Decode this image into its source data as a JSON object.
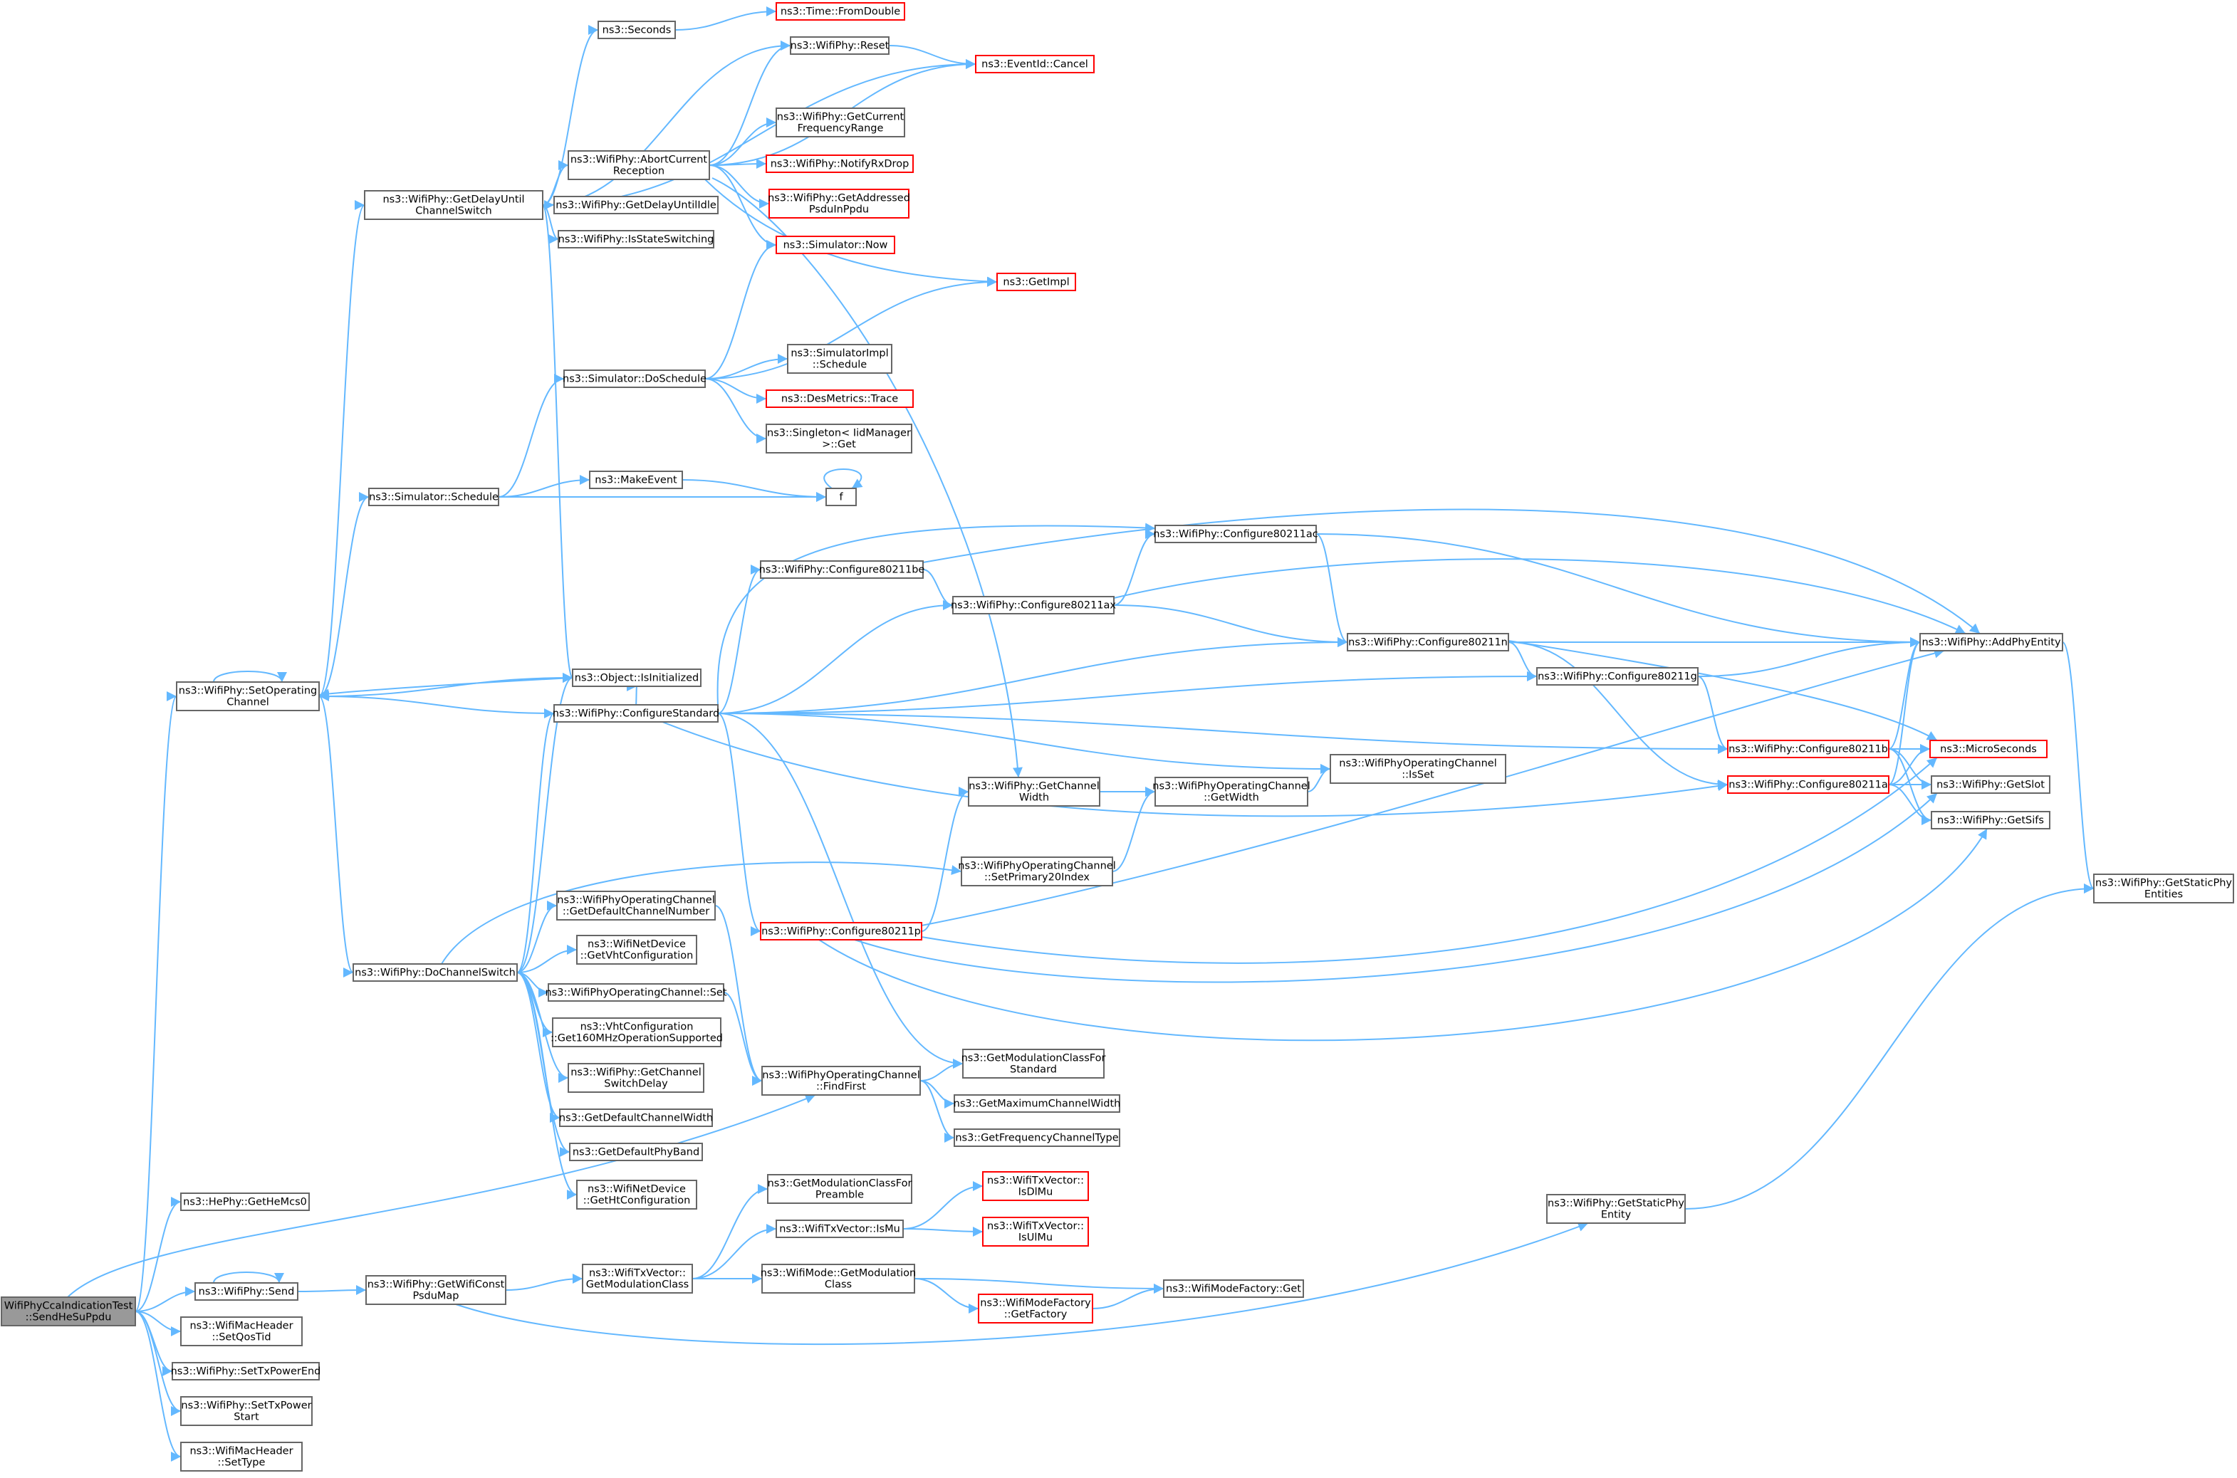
{
  "colors": {
    "edge": "#63b8ff",
    "node_border": "#666666",
    "red_border": "#ff0000",
    "root_fill": "#999999"
  },
  "nodes": [
    {
      "id": "root",
      "lines": [
        "WifiPhyCcaIndicationTest",
        "::SendHeSuPpdu"
      ],
      "kind": "root"
    },
    {
      "id": "setop",
      "lines": [
        "ns3::WifiPhy::SetOperating",
        "Channel"
      ]
    },
    {
      "id": "hemcs0",
      "lines": [
        "ns3::HePhy::GetHeMcs0"
      ]
    },
    {
      "id": "send",
      "lines": [
        "ns3::WifiPhy::Send"
      ]
    },
    {
      "id": "setqos",
      "lines": [
        "ns3::WifiMacHeader",
        "::SetQosTid"
      ]
    },
    {
      "id": "txend",
      "lines": [
        "ns3::WifiPhy::SetTxPowerEnd"
      ]
    },
    {
      "id": "txstart",
      "lines": [
        "ns3::WifiPhy::SetTxPower",
        "Start"
      ]
    },
    {
      "id": "settype",
      "lines": [
        "ns3::WifiMacHeader",
        "::SetType"
      ]
    },
    {
      "id": "delayswitch",
      "lines": [
        "ns3::WifiPhy::GetDelayUntil",
        "ChannelSwitch"
      ]
    },
    {
      "id": "schedule",
      "lines": [
        "ns3::Simulator::Schedule"
      ]
    },
    {
      "id": "dochswitch",
      "lines": [
        "ns3::WifiPhy::DoChannelSwitch"
      ]
    },
    {
      "id": "getpsdumap",
      "lines": [
        "ns3::WifiPhy::GetWifiConst",
        "PsduMap"
      ]
    },
    {
      "id": "seconds",
      "lines": [
        "ns3::Seconds"
      ]
    },
    {
      "id": "abort",
      "lines": [
        "ns3::WifiPhy::AbortCurrent",
        "Reception"
      ]
    },
    {
      "id": "delayidle",
      "lines": [
        "ns3::WifiPhy::GetDelayUntilIdle"
      ]
    },
    {
      "id": "isswitch",
      "lines": [
        "ns3::WifiPhy::IsStateSwitching"
      ]
    },
    {
      "id": "doschedule",
      "lines": [
        "ns3::Simulator::DoSchedule"
      ]
    },
    {
      "id": "makeevent",
      "lines": [
        "ns3::MakeEvent"
      ]
    },
    {
      "id": "isinit",
      "lines": [
        "ns3::Object::IsInitialized"
      ]
    },
    {
      "id": "cfgstd",
      "lines": [
        "ns3::WifiPhy::ConfigureStandard"
      ]
    },
    {
      "id": "defchnum",
      "lines": [
        "ns3::WifiPhyOperatingChannel",
        "::GetDefaultChannelNumber"
      ]
    },
    {
      "id": "vhtcfg",
      "lines": [
        "ns3::WifiNetDevice",
        "::GetVhtConfiguration"
      ]
    },
    {
      "id": "opset",
      "lines": [
        "ns3::WifiPhyOperatingChannel::Set"
      ]
    },
    {
      "id": "get160",
      "lines": [
        "ns3::VhtConfiguration",
        "::Get160MHzOperationSupported"
      ]
    },
    {
      "id": "swdelay",
      "lines": [
        "ns3::WifiPhy::GetChannel",
        "SwitchDelay"
      ]
    },
    {
      "id": "defchw",
      "lines": [
        "ns3::GetDefaultChannelWidth"
      ]
    },
    {
      "id": "defband",
      "lines": [
        "ns3::GetDefaultPhyBand"
      ]
    },
    {
      "id": "htcfg",
      "lines": [
        "ns3::WifiNetDevice",
        "::GetHtConfiguration"
      ]
    },
    {
      "id": "txgetmod",
      "lines": [
        "ns3::WifiTxVector::",
        "GetModulationClass"
      ]
    },
    {
      "id": "fromdouble",
      "lines": [
        "ns3::Time::FromDouble"
      ],
      "kind": "red"
    },
    {
      "id": "reset",
      "lines": [
        "ns3::WifiPhy::Reset"
      ]
    },
    {
      "id": "cancel",
      "lines": [
        "ns3::EventId::Cancel"
      ],
      "kind": "red"
    },
    {
      "id": "freqrange",
      "lines": [
        "ns3::WifiPhy::GetCurrent",
        "FrequencyRange"
      ]
    },
    {
      "id": "notifyrx",
      "lines": [
        "ns3::WifiPhy::NotifyRxDrop"
      ],
      "kind": "red"
    },
    {
      "id": "addressed",
      "lines": [
        "ns3::WifiPhy::GetAddressed",
        "PsduInPpdu"
      ],
      "kind": "red"
    },
    {
      "id": "now",
      "lines": [
        "ns3::Simulator::Now"
      ],
      "kind": "red"
    },
    {
      "id": "getimpl",
      "lines": [
        "ns3::GetImpl"
      ],
      "kind": "red"
    },
    {
      "id": "implsched",
      "lines": [
        "ns3::SimulatorImpl",
        "::Schedule"
      ]
    },
    {
      "id": "desmetrics",
      "lines": [
        "ns3::DesMetrics::Trace"
      ],
      "kind": "red"
    },
    {
      "id": "singleton",
      "lines": [
        "ns3::Singleton< IidManager",
        ">::Get"
      ]
    },
    {
      "id": "f",
      "lines": [
        "f"
      ]
    },
    {
      "id": "cfgbe",
      "lines": [
        "ns3::WifiPhy::Configure80211be"
      ]
    },
    {
      "id": "cfgp",
      "lines": [
        "ns3::WifiPhy::Configure80211p"
      ],
      "kind": "red"
    },
    {
      "id": "findfirst",
      "lines": [
        "ns3::WifiPhyOperatingChannel",
        "::FindFirst"
      ]
    },
    {
      "id": "modpre",
      "lines": [
        "ns3::GetModulationClassFor",
        "Preamble"
      ]
    },
    {
      "id": "ismu",
      "lines": [
        "ns3::WifiTxVector::IsMu"
      ]
    },
    {
      "id": "modeget",
      "lines": [
        "ns3::WifiMode::GetModulation",
        "Class"
      ]
    },
    {
      "id": "cfgac",
      "lines": [
        "ns3::WifiPhy::Configure80211ac"
      ]
    },
    {
      "id": "cfgax",
      "lines": [
        "ns3::WifiPhy::Configure80211ax"
      ]
    },
    {
      "id": "getchw",
      "lines": [
        "ns3::WifiPhy::GetChannel",
        "Width"
      ]
    },
    {
      "id": "setprim",
      "lines": [
        "ns3::WifiPhyOperatingChannel",
        "::SetPrimary20Index"
      ]
    },
    {
      "id": "modstd",
      "lines": [
        "ns3::GetModulationClassFor",
        "Standard"
      ]
    },
    {
      "id": "maxchw",
      "lines": [
        "ns3::GetMaximumChannelWidth"
      ]
    },
    {
      "id": "freqtype",
      "lines": [
        "ns3::GetFrequencyChannelType"
      ]
    },
    {
      "id": "isdlmu",
      "lines": [
        "ns3::WifiTxVector::",
        "IsDlMu"
      ],
      "kind": "red"
    },
    {
      "id": "isulmu",
      "lines": [
        "ns3::WifiTxVector::",
        "IsUlMu"
      ],
      "kind": "red"
    },
    {
      "id": "factory",
      "lines": [
        "ns3::WifiModeFactory",
        "::GetFactory"
      ],
      "kind": "red"
    },
    {
      "id": "factoryget",
      "lines": [
        "ns3::WifiModeFactory::Get"
      ]
    },
    {
      "id": "opgetw",
      "lines": [
        "ns3::WifiPhyOperatingChannel",
        "::GetWidth"
      ]
    },
    {
      "id": "opisset",
      "lines": [
        "ns3::WifiPhyOperatingChannel",
        "::IsSet"
      ]
    },
    {
      "id": "cfgn",
      "lines": [
        "ns3::WifiPhy::Configure80211n"
      ]
    },
    {
      "id": "cfgg",
      "lines": [
        "ns3::WifiPhy::Configure80211g"
      ]
    },
    {
      "id": "cfgb",
      "lines": [
        "ns3::WifiPhy::Configure80211b"
      ],
      "kind": "red"
    },
    {
      "id": "cfga",
      "lines": [
        "ns3::WifiPhy::Configure80211a"
      ],
      "kind": "red"
    },
    {
      "id": "staticent",
      "lines": [
        "ns3::WifiPhy::GetStaticPhy",
        "Entity"
      ]
    },
    {
      "id": "addphy",
      "lines": [
        "ns3::WifiPhy::AddPhyEntity"
      ]
    },
    {
      "id": "micro",
      "lines": [
        "ns3::MicroSeconds"
      ],
      "kind": "red"
    },
    {
      "id": "getslot",
      "lines": [
        "ns3::WifiPhy::GetSlot"
      ]
    },
    {
      "id": "getsifs",
      "lines": [
        "ns3::WifiPhy::GetSifs"
      ]
    },
    {
      "id": "staticents",
      "lines": [
        "ns3::WifiPhy::GetStaticPhy",
        "Entities"
      ]
    }
  ]
}
